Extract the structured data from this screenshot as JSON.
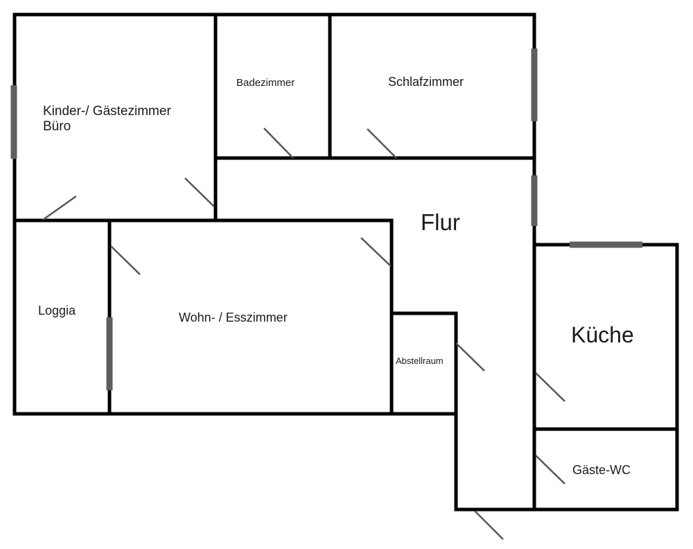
{
  "floor_plan": {
    "colors": {
      "wall": "#000000",
      "window": "#5f5f5f",
      "door": "#555555",
      "background": "#ffffff"
    },
    "rooms": [
      {
        "id": "kinder",
        "label_line1": "Kinder-/ Gästezimmer",
        "label_line2": "Büro"
      },
      {
        "id": "bad",
        "label": "Badezimmer"
      },
      {
        "id": "schlaf",
        "label": "Schlafzimmer"
      },
      {
        "id": "flur",
        "label": "Flur"
      },
      {
        "id": "loggia",
        "label": "Loggia"
      },
      {
        "id": "wohn",
        "label": "Wohn- / Esszimmer"
      },
      {
        "id": "abstell",
        "label": "Abstellraum"
      },
      {
        "id": "kueche",
        "label": "Küche"
      },
      {
        "id": "wc",
        "label": "Gäste-WC"
      }
    ]
  }
}
